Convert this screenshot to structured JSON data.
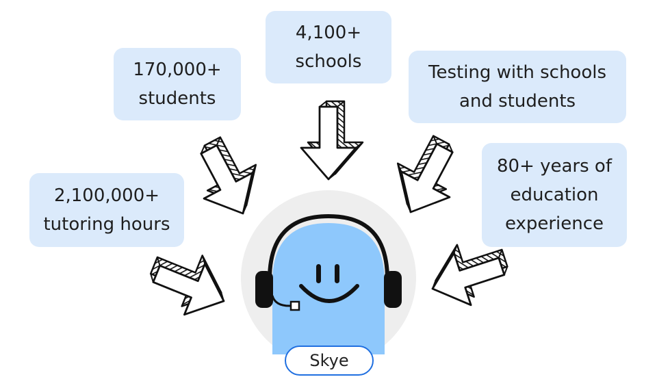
{
  "stats": {
    "schools": [
      "4,100+",
      "schools"
    ],
    "students": [
      "170,000+",
      "students"
    ],
    "testing": [
      "Testing with schools",
      "and students"
    ],
    "tutoring": [
      "2,100,000+",
      "tutoring hours"
    ],
    "years": [
      "80+ years of",
      "education",
      "experience"
    ]
  },
  "mascot": {
    "name": "Skye"
  },
  "colors": {
    "box_fill": "#dbeafb",
    "mascot_body": "#8ec8fc",
    "halo": "#eeeeee",
    "pill_border": "#1f6fe0",
    "ink": "#111111"
  }
}
